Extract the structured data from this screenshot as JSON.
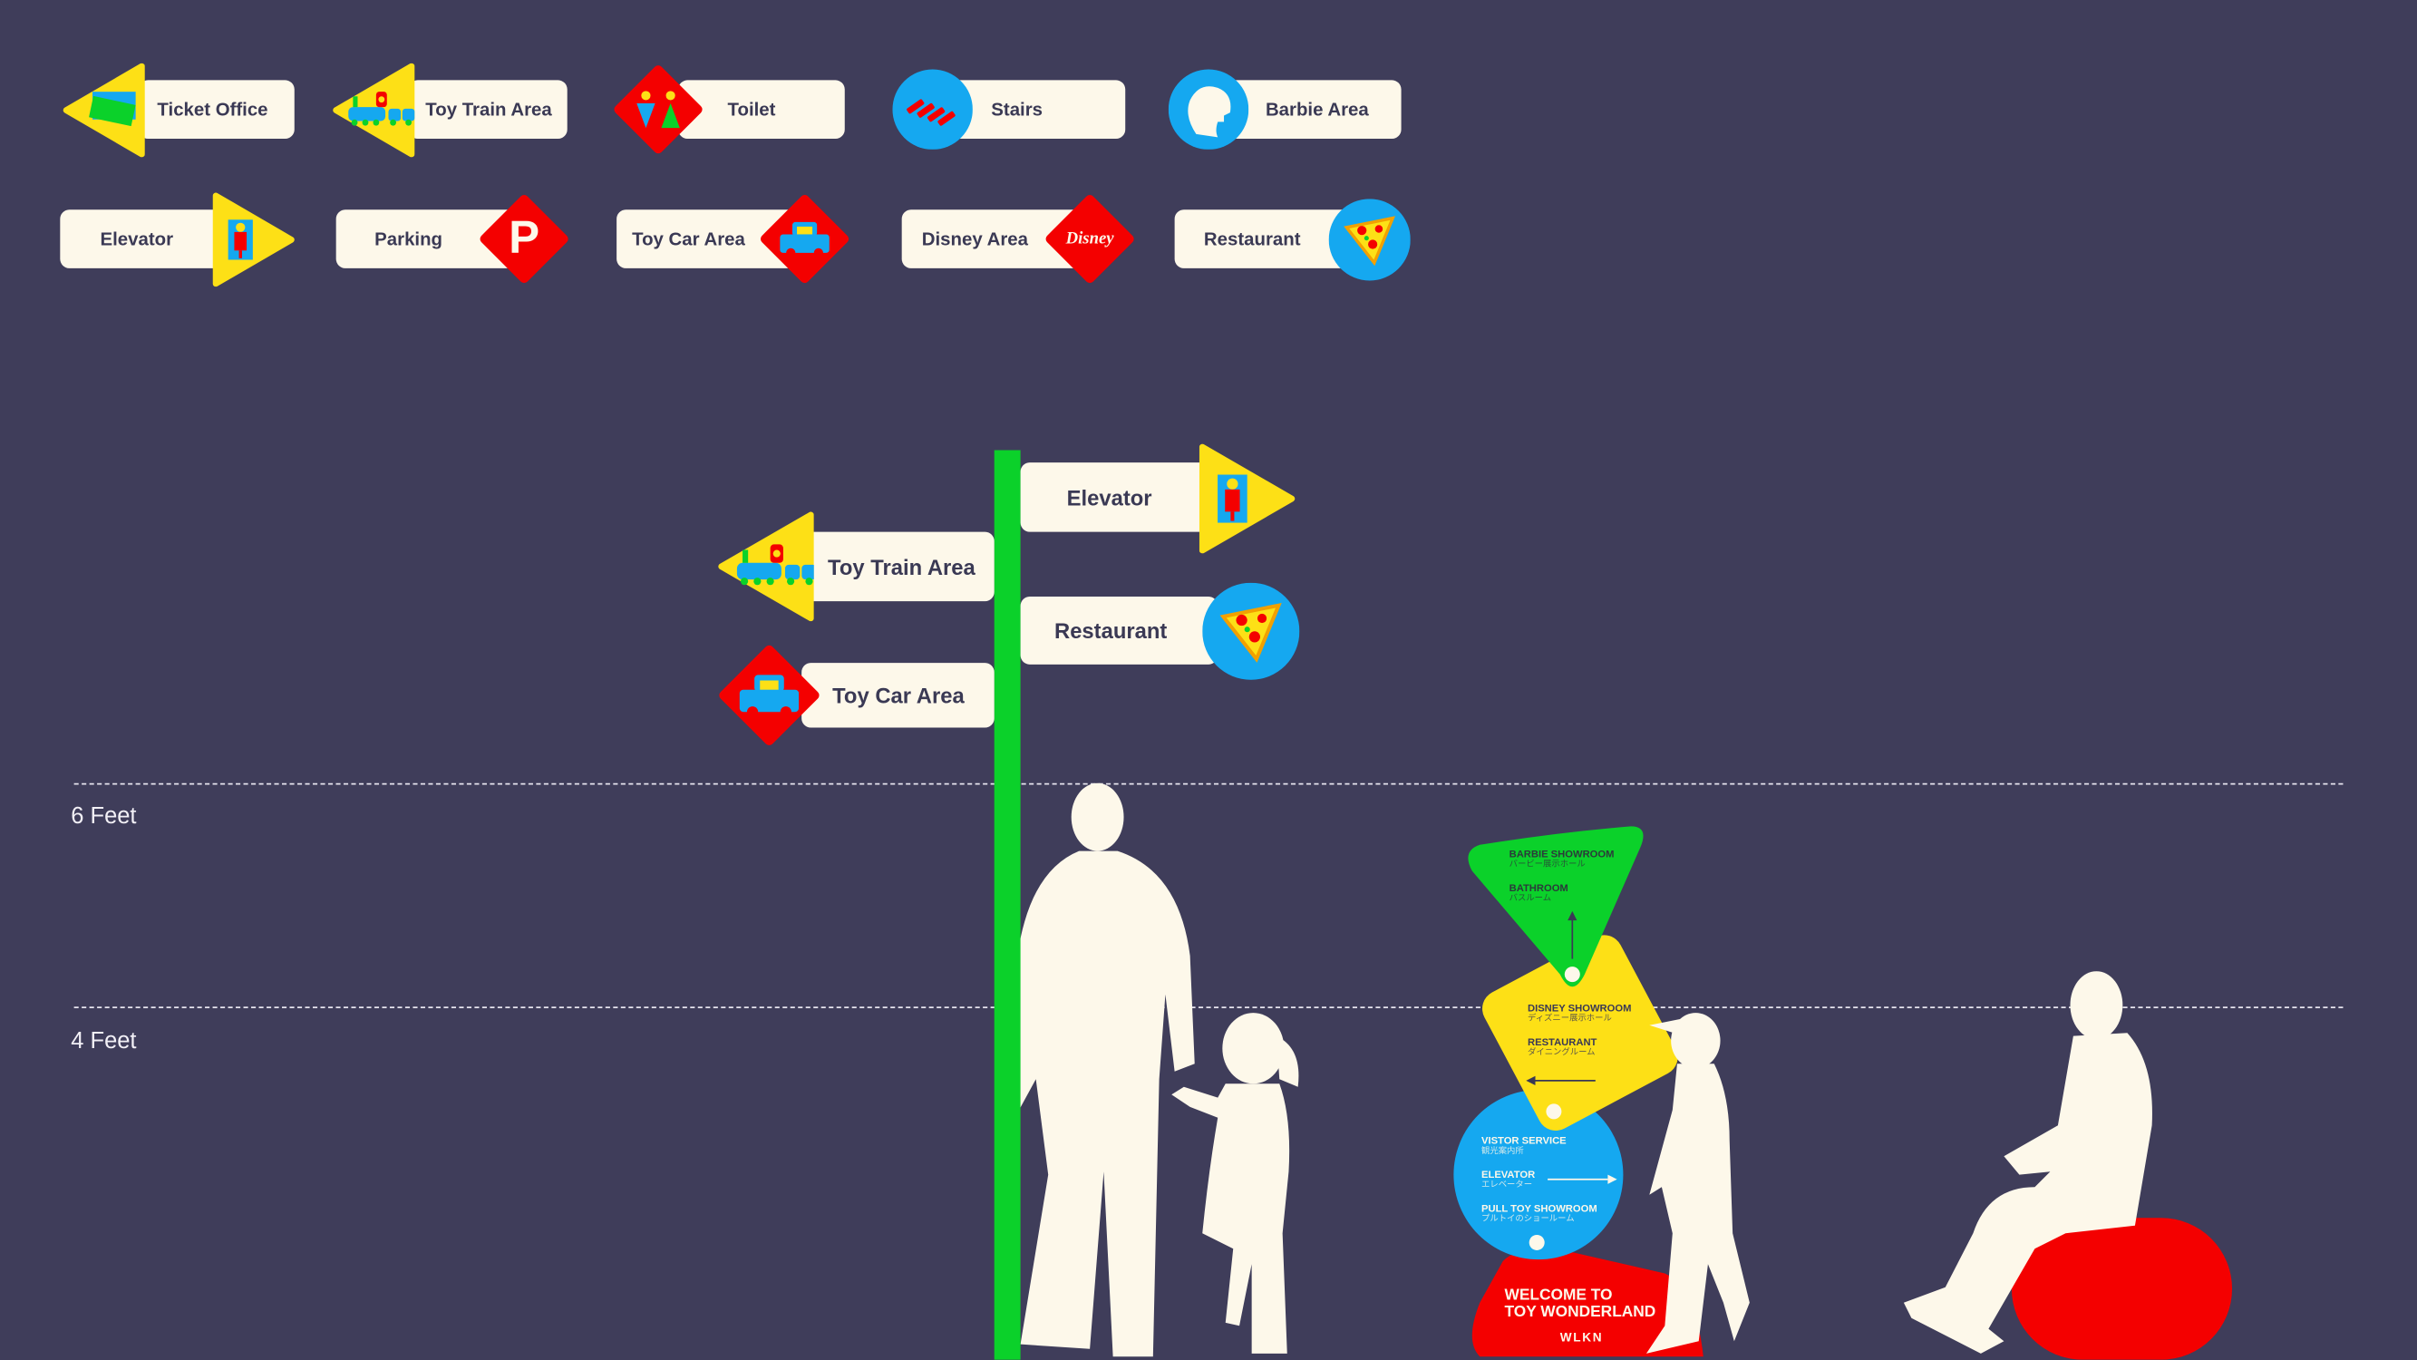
{
  "legend_signs": [
    {
      "label": "Ticket Office",
      "icon": "ticket-icon",
      "shape": "triangle-left"
    },
    {
      "label": "Toy Train Area",
      "icon": "train-icon",
      "shape": "triangle-left"
    },
    {
      "label": "Toilet",
      "icon": "toilet-icon",
      "shape": "diamond"
    },
    {
      "label": "Stairs",
      "icon": "stairs-icon",
      "shape": "circle"
    },
    {
      "label": "Barbie Area",
      "icon": "barbie-icon",
      "shape": "circle"
    },
    {
      "label": "Elevator",
      "icon": "elevator-icon",
      "shape": "triangle-right"
    },
    {
      "label": "Parking",
      "icon": "parking-icon",
      "shape": "diamond",
      "glyph": "P"
    },
    {
      "label": "Toy Car Area",
      "icon": "car-icon",
      "shape": "diamond"
    },
    {
      "label": "Disney Area",
      "icon": "disney-icon",
      "shape": "diamond",
      "glyph": "Disney"
    },
    {
      "label": "Restaurant",
      "icon": "pizza-icon",
      "shape": "circle"
    }
  ],
  "signpost": [
    {
      "label": "Elevator",
      "icon": "elevator-icon"
    },
    {
      "label": "Restaurant",
      "icon": "pizza-icon"
    },
    {
      "label": "Toy Train Area",
      "icon": "train-icon"
    },
    {
      "label": "Toy Car Area",
      "icon": "car-icon"
    }
  ],
  "height_markers": {
    "six": "6 Feet",
    "four": "4 Feet"
  },
  "stack_sign": {
    "green": [
      {
        "en": "BARBIE SHOWROOM",
        "jp": "バービー展示ホール"
      },
      {
        "en": "BATHROOM",
        "jp": "バスルーム"
      }
    ],
    "yellow": [
      {
        "en": "DISNEY SHOWROOM",
        "jp": "ディズニー展示ホール"
      },
      {
        "en": "RESTAURANT",
        "jp": "ダイニングルーム"
      }
    ],
    "blue": [
      {
        "en": "VISTOR SERVICE",
        "jp": "観光案内所"
      },
      {
        "en": "ELEVATOR",
        "jp": "エレベーター"
      },
      {
        "en": "PULL TOY SHOWROOM",
        "jp": "プルトイのショールーム"
      }
    ],
    "red": {
      "line1": "WELCOME TO",
      "line2": "TOY WONDERLAND",
      "logo": "WLKN"
    }
  },
  "colors": {
    "bg": "#3f3d5a",
    "cream": "#fdf8ea",
    "yellow": "#fde016",
    "green": "#0bd12a",
    "blue": "#15a8f0",
    "red": "#f40000"
  }
}
